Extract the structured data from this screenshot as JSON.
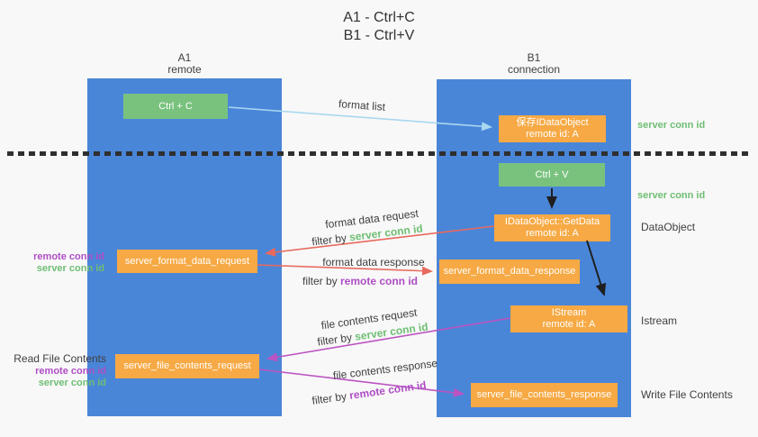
{
  "title": {
    "line1": "A1 - Ctrl+C",
    "line2": "B1 - Ctrl+V"
  },
  "lanes": {
    "a1": {
      "name": "A1",
      "role": "remote"
    },
    "b1": {
      "name": "B1",
      "role": "connection"
    }
  },
  "boxes": {
    "ctrl_c": {
      "label": "Ctrl + C"
    },
    "save_idataobject": {
      "line1": "保存IDataObject",
      "line2": "remote id: A"
    },
    "ctrl_v": {
      "label": "Ctrl + V"
    },
    "getdata": {
      "line1": "IDataObject::GetData",
      "line2": "remote id: A"
    },
    "server_format_data_request": {
      "label": "server_format_data_request"
    },
    "server_format_data_response": {
      "label": "server_format_data_response"
    },
    "istream": {
      "line1": "IStream",
      "line2": "remote id: A"
    },
    "server_file_contents_request": {
      "label": "server_file_contents_request"
    },
    "server_file_contents_response": {
      "label": "server_file_contents_response"
    }
  },
  "flow_labels": {
    "format_list": "format list",
    "format_data_request": "format data request",
    "format_data_response": "format data response",
    "file_contents_request": "file contents request",
    "file_contents_response": "file contents response",
    "filter_by": "filter by ",
    "server_conn_id": "server conn id",
    "remote_conn_id": "remote conn id"
  },
  "side_labels": {
    "left_remote_conn_id": "remote conn id",
    "left_server_conn_id": "server conn id",
    "read_file_contents": "Read File Contents",
    "read_remote_conn_id": "remote conn id",
    "read_server_conn_id": "server conn id",
    "right_server_conn_id_top": "server conn id",
    "right_server_conn_id_mid": "server conn id",
    "dataobject": "DataObject",
    "istream": "Istream",
    "write_file_contents": "Write File Contents"
  },
  "colors": {
    "lane_blue": "#4A86D8",
    "box_green": "#79C27E",
    "box_orange": "#F6A944",
    "arrow_light_blue": "#A8D7F0",
    "arrow_salmon": "#E8695D",
    "arrow_magenta": "#BB54C2",
    "arrow_black": "#1f1f1f",
    "text_green": "#6FBE74",
    "text_purple": "#AE4EC4",
    "text_dark": "#3f3f3f"
  }
}
